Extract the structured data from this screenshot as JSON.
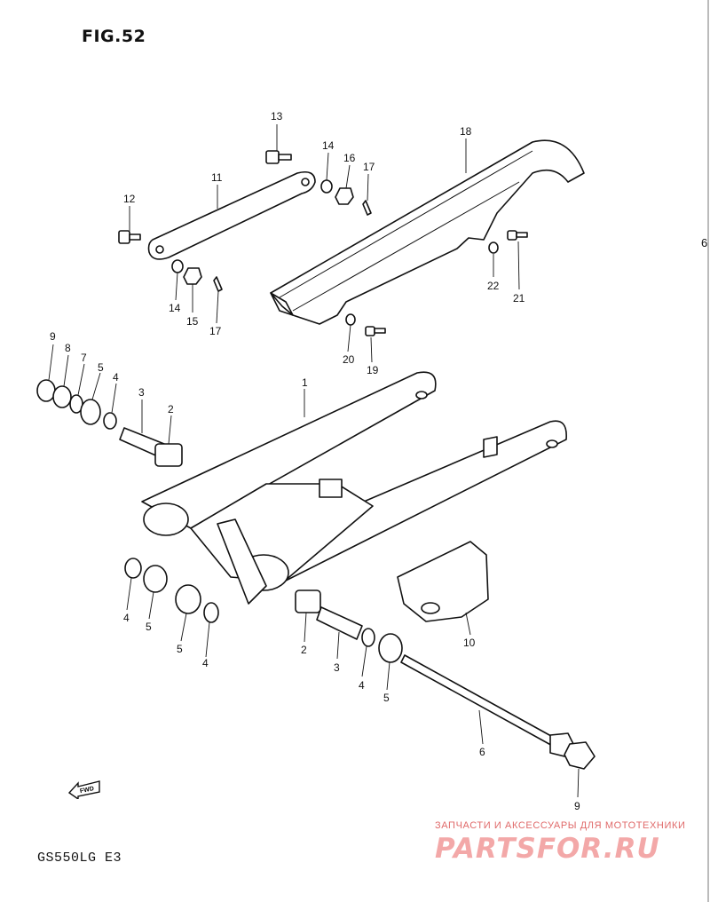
{
  "figure_title": "FIG.52",
  "model_code": "GS550LG  E3",
  "edge_mark": "6",
  "fwd_label": "FWD",
  "watermark": {
    "line1": "ЗАПЧАСТИ И АКСЕССУАРЫ ДЛЯ МОТОТЕХНИКИ",
    "line2": "PARTSFOR.RU"
  },
  "callouts": [
    {
      "id": "c13",
      "label": "13"
    },
    {
      "id": "c14a",
      "label": "14"
    },
    {
      "id": "c16",
      "label": "16"
    },
    {
      "id": "c17a",
      "label": "17"
    },
    {
      "id": "c18",
      "label": "18"
    },
    {
      "id": "c11",
      "label": "11"
    },
    {
      "id": "c12",
      "label": "12"
    },
    {
      "id": "c14b",
      "label": "14"
    },
    {
      "id": "c15",
      "label": "15"
    },
    {
      "id": "c17b",
      "label": "17"
    },
    {
      "id": "c22",
      "label": "22"
    },
    {
      "id": "c21",
      "label": "21"
    },
    {
      "id": "c20",
      "label": "20"
    },
    {
      "id": "c19",
      "label": "19"
    },
    {
      "id": "c9a",
      "label": "9"
    },
    {
      "id": "c8",
      "label": "8"
    },
    {
      "id": "c7",
      "label": "7"
    },
    {
      "id": "c5a",
      "label": "5"
    },
    {
      "id": "c4a",
      "label": "4"
    },
    {
      "id": "c3a",
      "label": "3"
    },
    {
      "id": "c2a",
      "label": "2"
    },
    {
      "id": "c1",
      "label": "1"
    },
    {
      "id": "c4b",
      "label": "4"
    },
    {
      "id": "c5b",
      "label": "5"
    },
    {
      "id": "c5c",
      "label": "5"
    },
    {
      "id": "c4c",
      "label": "4"
    },
    {
      "id": "c2b",
      "label": "2"
    },
    {
      "id": "c3b",
      "label": "3"
    },
    {
      "id": "c4d",
      "label": "4"
    },
    {
      "id": "c5d",
      "label": "5"
    },
    {
      "id": "c10",
      "label": "10"
    },
    {
      "id": "c6",
      "label": "6"
    },
    {
      "id": "c9b",
      "label": "9"
    }
  ]
}
